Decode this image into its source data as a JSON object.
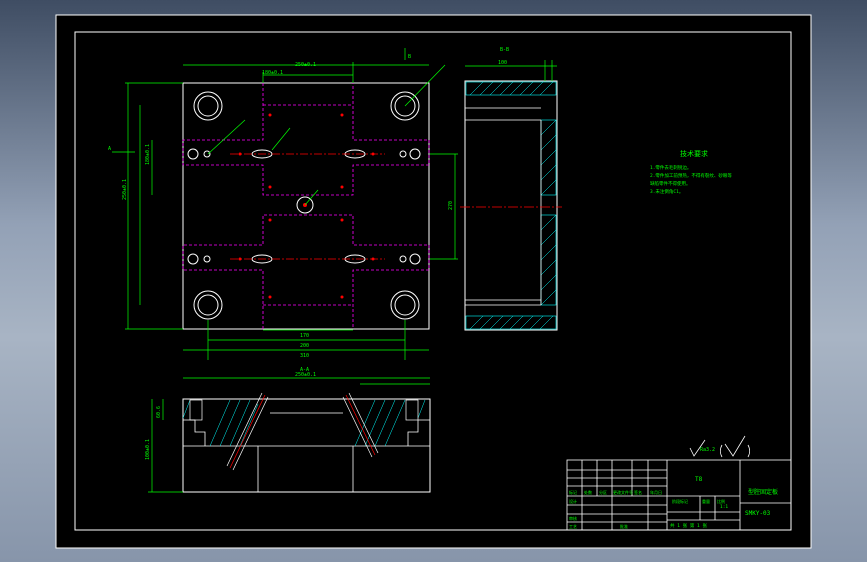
{
  "colors": {
    "background": "#000000",
    "frame": "#ffffff",
    "outline": "#ffffff",
    "dimension": "#00ff00",
    "hidden_line": "#ff00ff",
    "center_line": "#ff0000",
    "hatch": "#00ffff",
    "text": "#00ff00",
    "title_block": "#ffffff"
  },
  "technical_requirements": {
    "heading": "技术要求",
    "items": [
      "1.零件去毛刺锐边。",
      "2.零件加工前预热，不得有裂纹、砂眼等",
      "缺陷零件不得使用。",
      "3.未注倒角C1。"
    ]
  },
  "section_labels": {
    "top_view": "A",
    "side_view": "B-B",
    "bottom_view": "A-A",
    "cut_mark_b": "B"
  },
  "dimensions": {
    "top_width": "250±0.1",
    "top_inner": "180±0.1",
    "left_overall": "250±0.1",
    "left_inner": "180±0.1",
    "bottom_inner": "170",
    "bottom_mid": "200",
    "bottom_outer": "310",
    "side_top": "100",
    "side_height": "270",
    "section_width": "250±0.1",
    "section_height": "100±0.1",
    "section_depth": "60.6"
  },
  "title_block": {
    "material": "T8",
    "part_name": "型腔固定板",
    "drawing_no": "SMKY-03",
    "scale": "1:1",
    "sheet": "共 1 张  第 1 张",
    "roughness": "Ra3.2",
    "labels": [
      "标记",
      "处数",
      "分区",
      "更改文件号",
      "签名",
      "年月日",
      "设计",
      "审核",
      "工艺",
      "批准",
      "阶段标记",
      "重量",
      "比例"
    ]
  }
}
